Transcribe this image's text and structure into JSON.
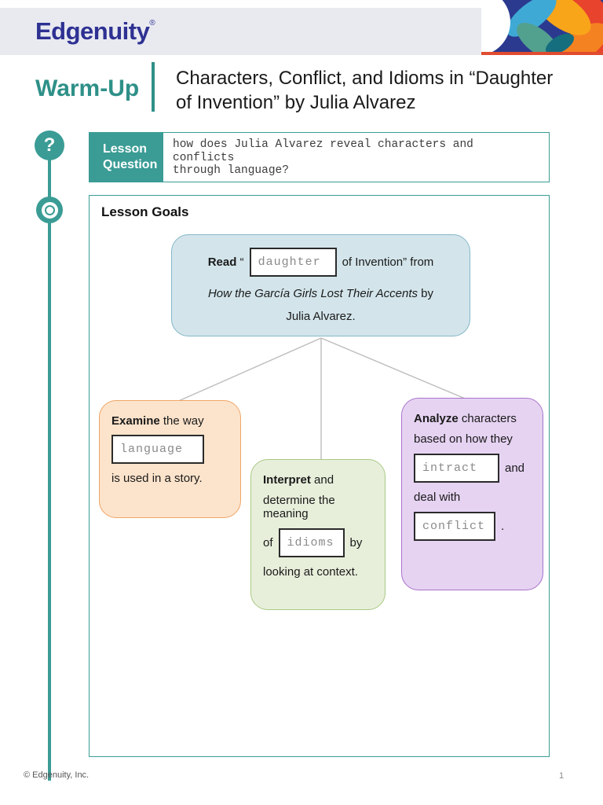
{
  "header": {
    "logo_text": "Edgenuity",
    "logo_registered": "®"
  },
  "titlebar": {
    "section_label": "Warm-Up",
    "title_line1": "Characters, Conflict, and Idioms in “Daughter",
    "title_line2": "of Invention” by Julia Alvarez"
  },
  "icons": {
    "question_mark": "?"
  },
  "lesson_question": {
    "label_line1": "Lesson",
    "label_line2": "Question",
    "answer_lines": {
      "line1": "how does Julia Alvarez reveal characters and",
      "line2": "conflicts",
      "line3": "through language?"
    }
  },
  "lesson_goals": {
    "heading": "Lesson Goals",
    "read_node": {
      "bold": "Read",
      "open_quote": "“",
      "input_value": "daughter",
      "after_input": "of Invention” from",
      "line2_italic": "How the García Girls Lost Their Accents",
      "line2_suffix": " by",
      "line3": "Julia Alvarez."
    },
    "examine_node": {
      "bold": "Examine",
      "line1_rest": " the way",
      "input_value": "language",
      "line3": "is used in a story."
    },
    "interpret_node": {
      "bold": "Interpret",
      "line1_rest": " and",
      "line2": "determine the meaning",
      "line3_prefix": "of",
      "input_value": "idioms",
      "line3_suffix": "by",
      "line4": "looking at context."
    },
    "analyze_node": {
      "bold": "Analyze",
      "line1_rest": " characters",
      "line2": "based on how they",
      "input_value": "intract",
      "line3_suffix": "and",
      "line4": "deal with",
      "input2_value": "conflict",
      "line5_suffix": "."
    }
  },
  "footer": {
    "copyright": "© Edgenuity, Inc.",
    "page_number": "1"
  },
  "colors": {
    "teal_accent": "#3a9c95",
    "logo_indigo": "#2e3192",
    "header_band": "#e8eaf0",
    "read_fill": "#d3e5eb",
    "read_border": "#86b7c8",
    "examine_fill": "#fce3cb",
    "examine_border": "#f0a667",
    "interpret_fill": "#e7efdb",
    "interpret_border": "#a9c983",
    "analyze_fill": "#e6d3f2",
    "analyze_border": "#a873cc"
  }
}
